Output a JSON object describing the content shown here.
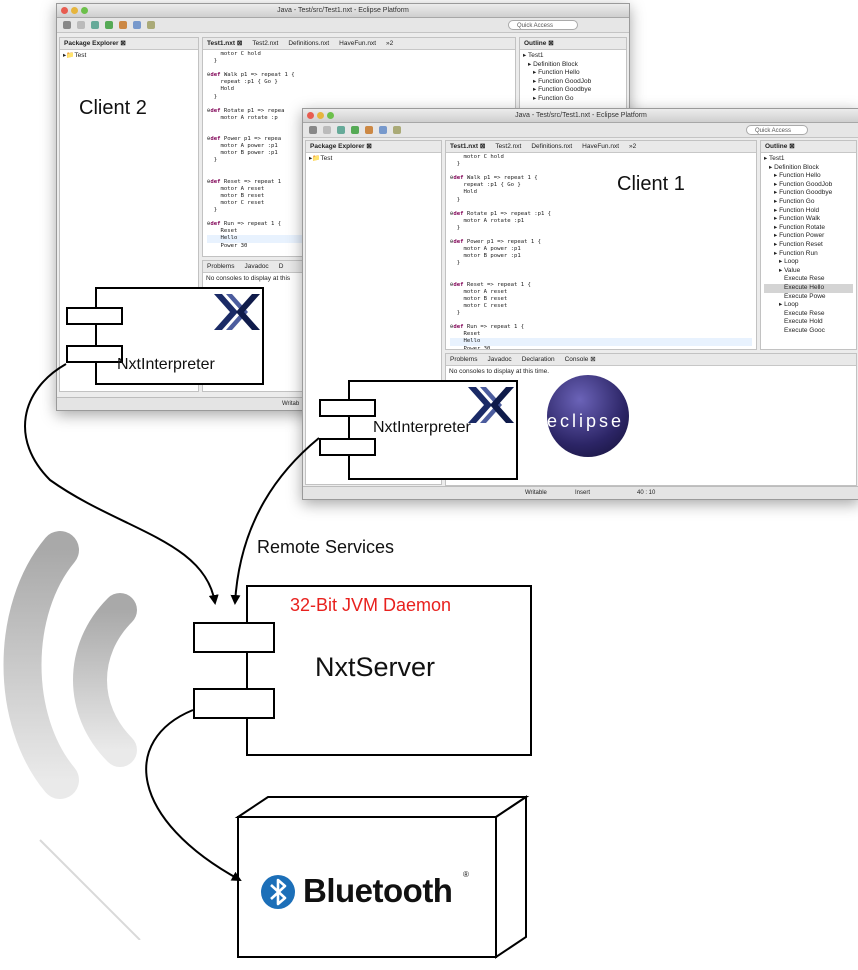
{
  "windows": {
    "client2": {
      "title": "Java - Test/src/Test1.nxt - Eclipse Platform",
      "quick_access": "Quick Access",
      "package_explorer_tab": "Package Explorer ⊠",
      "tree_root": "Test",
      "editor_tabs": [
        "Test1.nxt ⊠",
        "Test2.nxt",
        "Definitions.nxt",
        "HaveFun.nxt",
        "»2"
      ],
      "outline_tab": "Outline ⊠",
      "outline_items": [
        "Test1",
        "Definition Block",
        "Function Hello",
        "Function GoodJob",
        "Function Goodbye",
        "Function Go"
      ],
      "code_lines": [
        "  motor C hold",
        "}",
        "",
        "def Walk p1 => repeat 1 {",
        "  repeat :p1 { Go }",
        "  Hold",
        "}",
        "",
        "def Rotate p1 => repea",
        "  motor A rotate :p",
        "",
        "",
        "def Power p1 => repea",
        "  motor A power :p1",
        "  motor B power :p1",
        "}",
        "",
        "",
        "def Reset => repeat 1",
        "  motor A reset",
        "  motor B reset",
        "  motor C reset",
        "}",
        "",
        "def Run => repeat 1 {",
        "  Reset",
        "  Hello",
        "  Power 30"
      ],
      "console_tabs": [
        "Problems",
        "Javadoc",
        "D"
      ],
      "console_text": "No consoles to display at this",
      "status": "Writab",
      "label": "Client 2"
    },
    "client1": {
      "title": "Java - Test/src/Test1.nxt - Eclipse Platform",
      "quick_access": "Quick Access",
      "package_explorer_tab": "Package Explorer ⊠",
      "tree_root": "Test",
      "editor_tabs": [
        "Test1.nxt ⊠",
        "Test2.nxt",
        "Definitions.nxt",
        "HaveFun.nxt",
        "»2"
      ],
      "outline_tab": "Outline ⊠",
      "outline_items": [
        "Test1",
        "Definition Block",
        "Function Hello",
        "Function GoodJob",
        "Function Goodbye",
        "Function Go",
        "Function Hold",
        "Function Walk",
        "Function Rotate",
        "Function Power",
        "Function Reset",
        "Function Run",
        "Loop",
        "Value",
        "Execute Rese",
        "Execute Hello",
        "Execute Powe",
        "Loop",
        "Execute Rese",
        "Execute Hold",
        "Execute Gooc"
      ],
      "code_lines": [
        "  motor C hold",
        "}",
        "",
        "def Walk p1 => repeat 1 {",
        "  repeat :p1 { Go }",
        "  Hold",
        "}",
        "",
        "def Rotate p1 => repeat :p1 {",
        "  motor A rotate :p1",
        "}",
        "",
        "def Power p1 => repeat 1 {",
        "  motor A power :p1",
        "  motor B power :p1",
        "}",
        "",
        "",
        "def Reset => repeat 1 {",
        "  motor A reset",
        "  motor B reset",
        "  motor C reset",
        "}",
        "",
        "def Run => repeat 1 {",
        "  Reset",
        "  Hello",
        "  Power 30"
      ],
      "console_tabs": [
        "Problems",
        "Javadoc",
        "Declaration",
        "Console ⊠"
      ],
      "console_text": "No consoles to display at this time.",
      "status": [
        "Writable",
        "Insert",
        "40 : 10"
      ],
      "label": "Client 1",
      "eclipse_logo_text": "eclipse"
    }
  },
  "components": {
    "interpreter2": "NxtInterpreter",
    "interpreter1": "NxtInterpreter",
    "server": "NxtServer",
    "server_stereotype": "32-Bit JVM Daemon",
    "bluetooth": "Bluetooth"
  },
  "connection_label": "Remote Services",
  "colors": {
    "daemon_text": "#e8211e",
    "bluetooth_badge": "#1c6fb8",
    "eclipse_logo": "#2c2566"
  },
  "icons": [
    "xtext-logo-icon",
    "eclipse-logo-icon",
    "bluetooth-icon",
    "wireless-waves-icon",
    "folder-icon"
  ]
}
